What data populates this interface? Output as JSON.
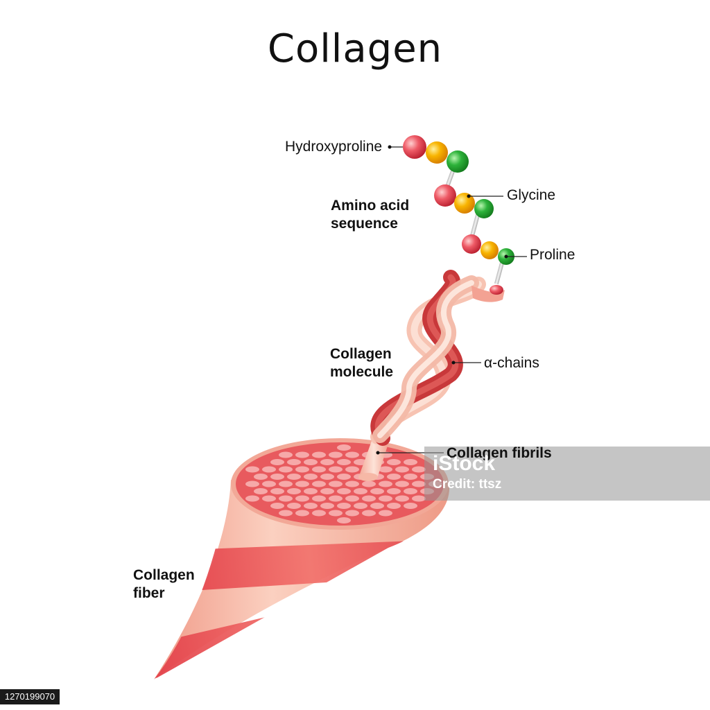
{
  "title": "Collagen",
  "labels": {
    "hydroxyproline": "Hydroxyproline",
    "glycine": "Glycine",
    "proline": "Proline",
    "amino_acid_line1": "Amino acid",
    "amino_acid_line2": "sequence",
    "molecule_line1": "Collagen",
    "molecule_line2": "molecule",
    "alpha_chains": "α-chains",
    "fibrils": "Collagen fibrils",
    "fiber_line1": "Collagen",
    "fiber_line2": "fiber"
  },
  "watermark": {
    "brand": "iStock",
    "credit": "Credit: ttsz"
  },
  "image_id": "1270199070",
  "colors": {
    "hydroxyproline": "#e8505b",
    "glycine": "#2aa02a",
    "proline": "#f5a300",
    "fiber_dark": "#e8494f",
    "fiber_light": "#f6b6a4",
    "fibril_dot": "#f4a3a3"
  }
}
